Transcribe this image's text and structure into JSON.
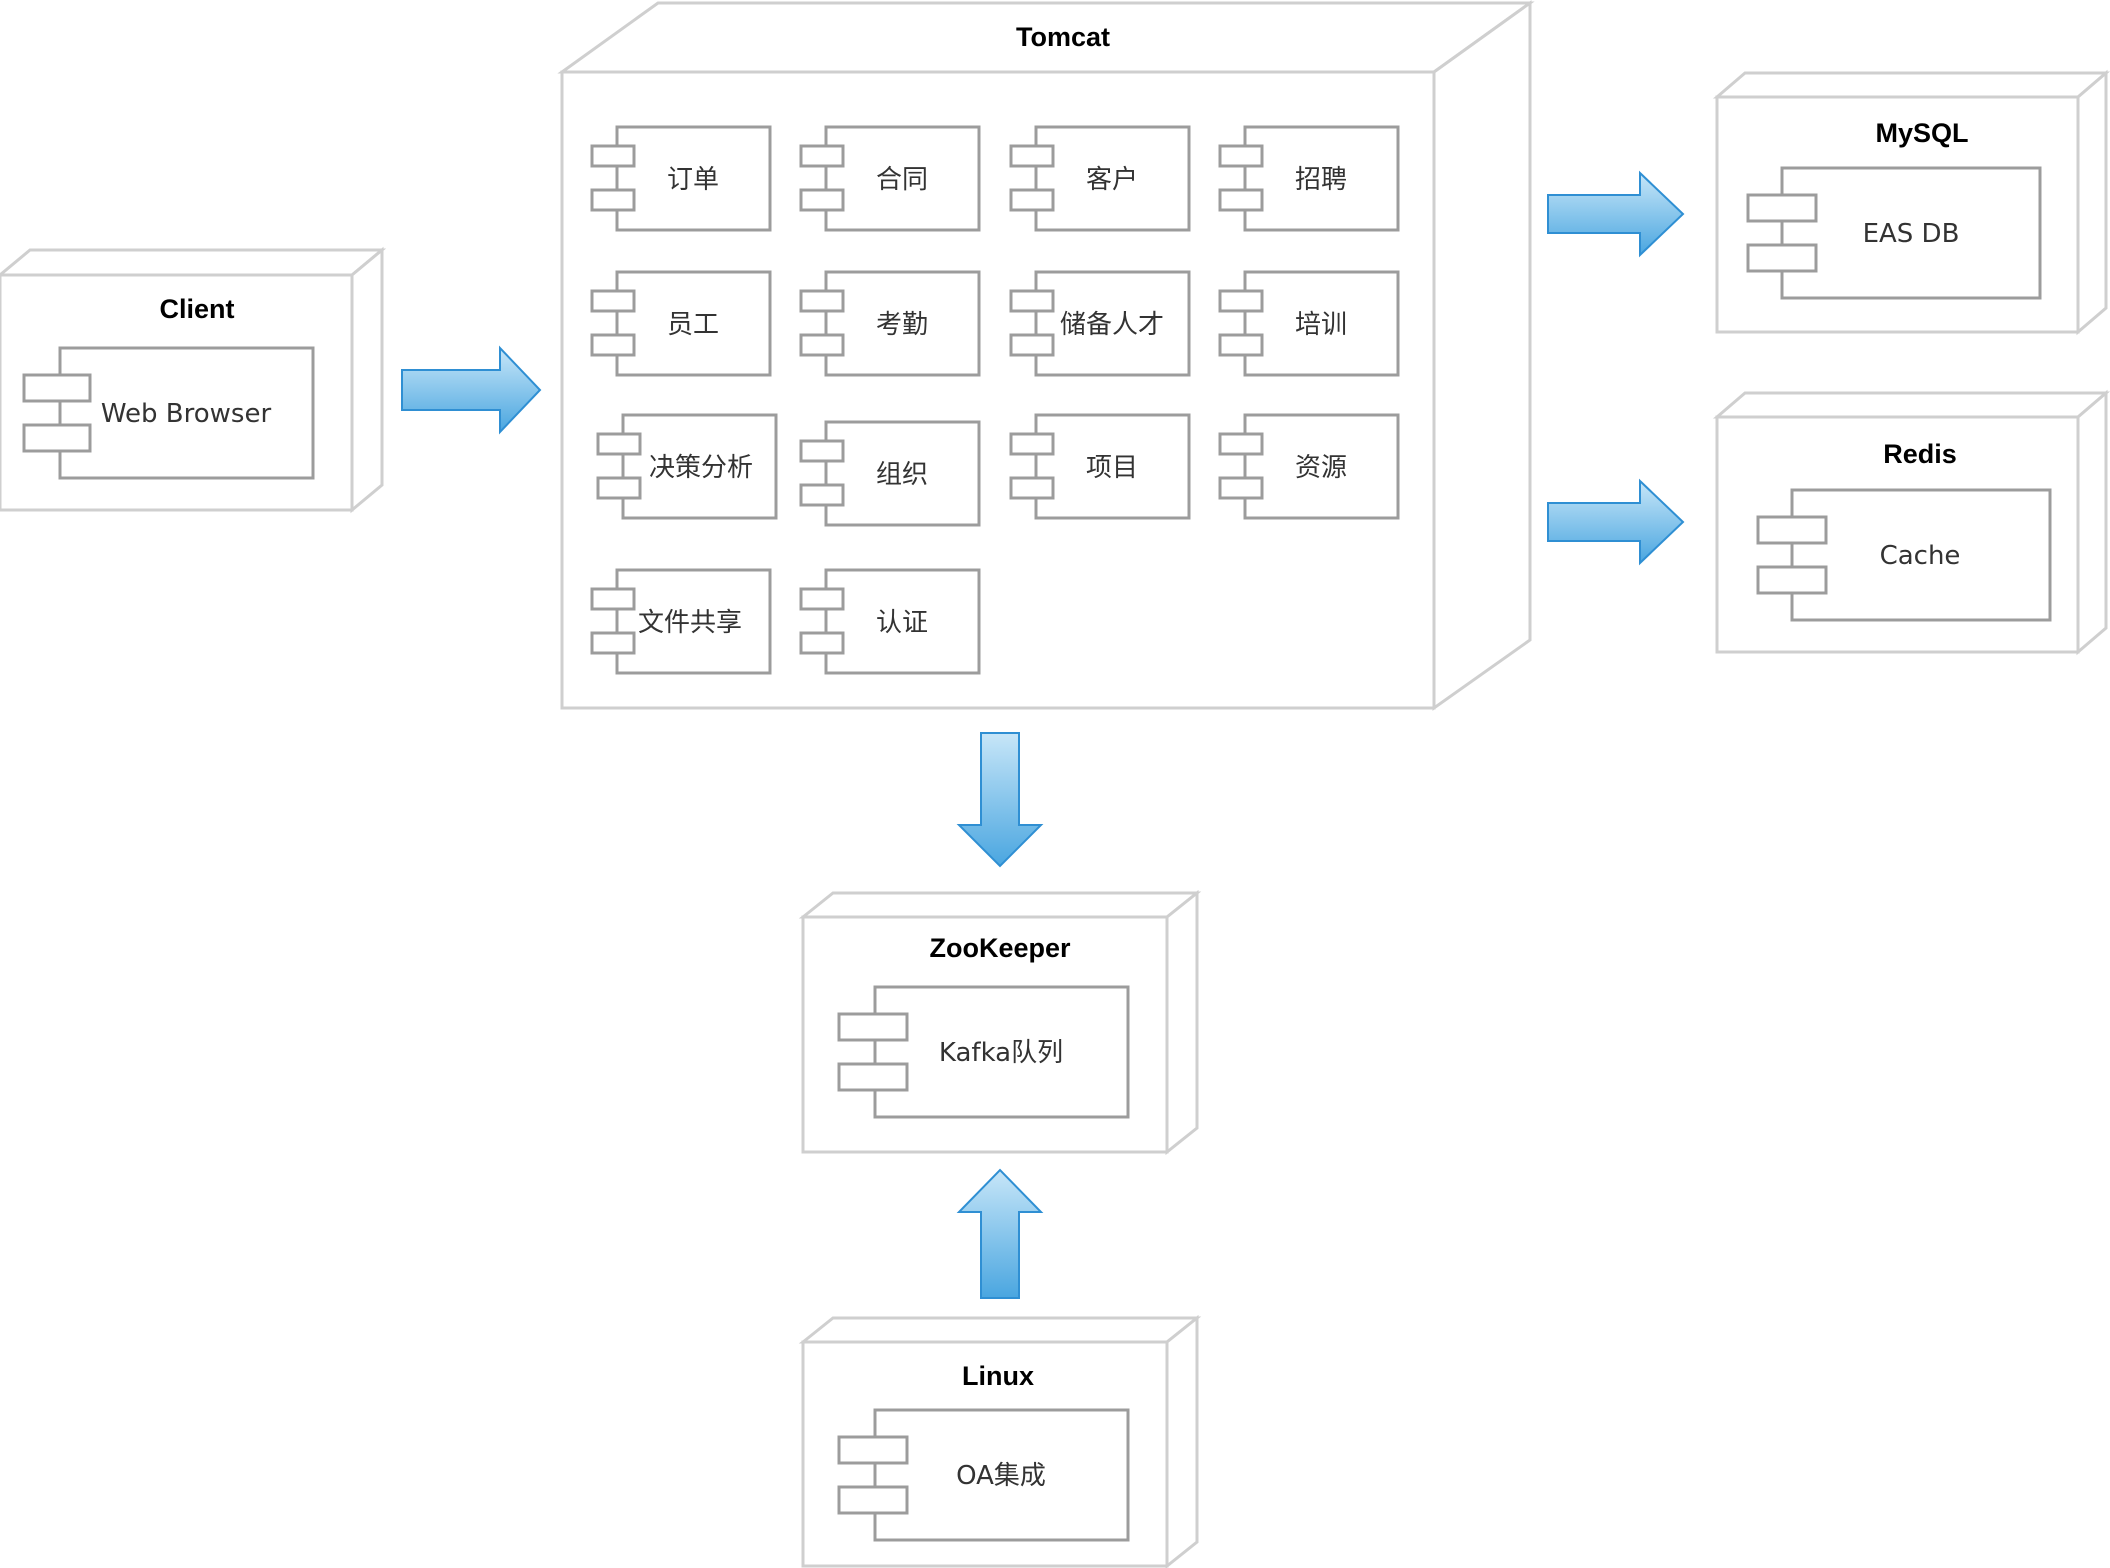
{
  "colors": {
    "node_stroke": "#cfcfcf",
    "component_stroke": "#9c9c9c",
    "arrow_fill_top": "#bfe2f7",
    "arrow_fill_bottom": "#4aa6e0",
    "arrow_stroke": "#2f8fd3"
  },
  "nodes": {
    "client": {
      "title": "Client",
      "components": [
        "Web Browser"
      ]
    },
    "tomcat": {
      "title": "Tomcat",
      "components": [
        "订单",
        "合同",
        "客户",
        "招聘",
        "员工",
        "考勤",
        "储备人才",
        "培训",
        "决策分析",
        "组织",
        "项目",
        "资源",
        "文件共享",
        "认证"
      ]
    },
    "mysql": {
      "title": "MySQL",
      "components": [
        "EAS DB"
      ]
    },
    "redis": {
      "title": "Redis",
      "components": [
        "Cache"
      ]
    },
    "zookeeper": {
      "title": "ZooKeeper",
      "components": [
        "Kafka队列"
      ]
    },
    "linux": {
      "title": "Linux",
      "components": [
        "OA集成"
      ]
    }
  }
}
